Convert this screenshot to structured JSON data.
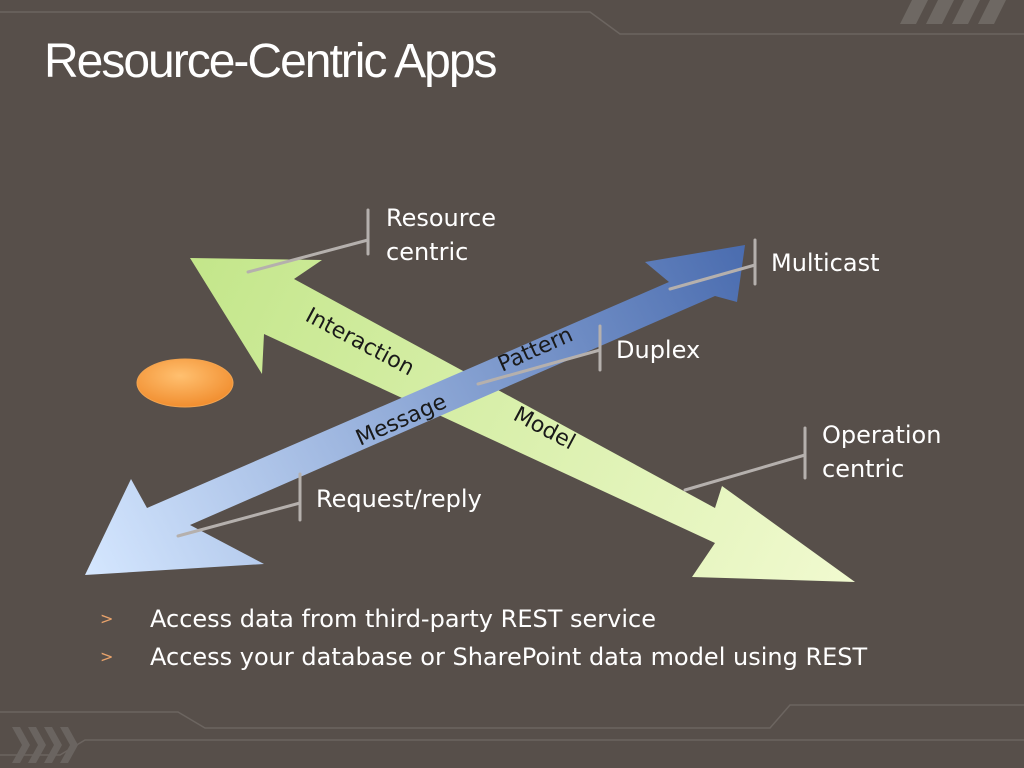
{
  "slide": {
    "title": "Resource-Centric Apps"
  },
  "diagram": {
    "arrow_labels": {
      "green_part1": "Interaction",
      "green_part2": "Model",
      "blue_part1": "Message",
      "blue_part2": "Pattern"
    },
    "callouts": {
      "resource_line1": "Resource",
      "resource_line2": "centric",
      "multicast": "Multicast",
      "duplex": "Duplex",
      "operation_line1": "Operation",
      "operation_line2": "centric",
      "request_reply": "Request/reply"
    },
    "colors": {
      "green_arrow": "#e6f7b6",
      "blue_arrow": "#4f72b5",
      "orange_oval": "#f59a3c",
      "callout_line": "#b5b0ad"
    }
  },
  "bullets": {
    "marker": ">",
    "items": [
      "Access data from third-party REST service",
      "Access your database or SharePoint data model using REST"
    ]
  }
}
